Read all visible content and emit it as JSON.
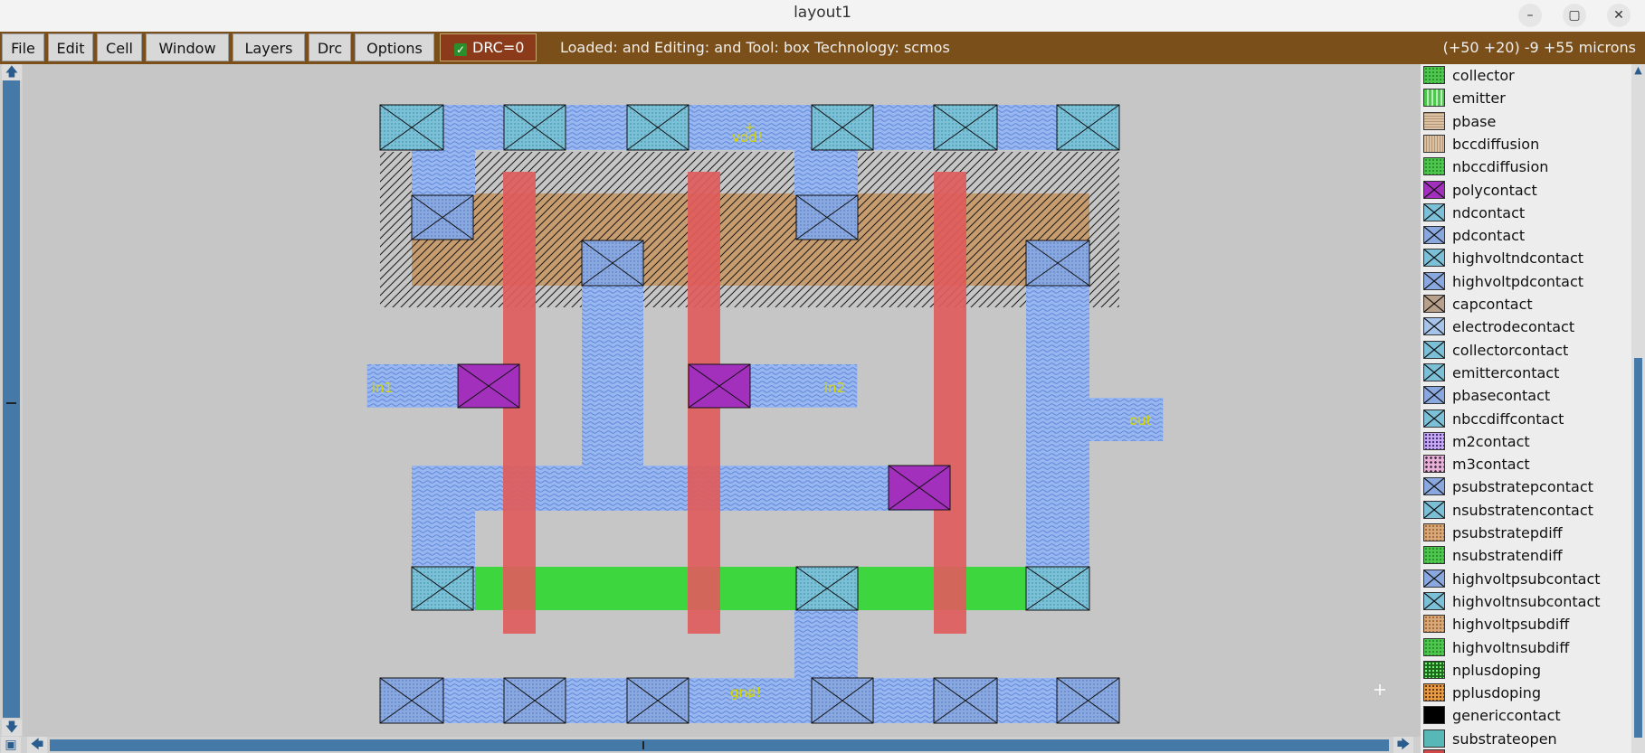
{
  "window": {
    "title": "layout1",
    "minimize": "–",
    "maximize": "▢",
    "close": "✕"
  },
  "menu": {
    "file": "File",
    "edit": "Edit",
    "cell": "Cell",
    "window": "Window",
    "layers": "Layers",
    "drc": "Drc",
    "options": "Options"
  },
  "drc_indicator": "DRC=0",
  "status_text": "Loaded: and  Editing: and  Tool: box  Technology: scmos",
  "coordinates": "(+50 +20) -9 +55 microns",
  "scroll": {
    "up": "🡅",
    "down": "🡇",
    "left": "🡄",
    "right": "🡆",
    "corner": "▣"
  },
  "canvas_labels": {
    "vdd": "vdd!",
    "gnd": "gnd!",
    "in1": "in1",
    "in2": "in2",
    "out": "out"
  },
  "colors": {
    "metal1": "#98b6f0",
    "poly": "#e05c5c",
    "ndiff": "#3ed63e",
    "pdiff": "#c79a6a",
    "polycontact": "#a330bd",
    "contact_fill": "#8aa8e0",
    "label": "#d6d600"
  },
  "layers": [
    {
      "name": "collector",
      "swatch": "sw-green-dots"
    },
    {
      "name": "emitter",
      "swatch": "sw-green-stripes"
    },
    {
      "name": "pbase",
      "swatch": "sw-tan-lines"
    },
    {
      "name": "bccdiffusion",
      "swatch": "sw-tan-vlines"
    },
    {
      "name": "nbccdiffusion",
      "swatch": "sw-green-dots"
    },
    {
      "name": "polycontact",
      "swatch": "sw-purple-x"
    },
    {
      "name": "ndcontact",
      "swatch": "sw-teal-x"
    },
    {
      "name": "pdcontact",
      "swatch": "sw-blue-x"
    },
    {
      "name": "highvoltndcontact",
      "swatch": "sw-teal-x"
    },
    {
      "name": "highvoltpdcontact",
      "swatch": "sw-blue-x"
    },
    {
      "name": "capcontact",
      "swatch": "sw-tan-x"
    },
    {
      "name": "electrodecontact",
      "swatch": "sw-lblue-x"
    },
    {
      "name": "collectorcontact",
      "swatch": "sw-teal-x"
    },
    {
      "name": "emittercontact",
      "swatch": "sw-teal-x"
    },
    {
      "name": "pbasecontact",
      "swatch": "sw-blue-x"
    },
    {
      "name": "nbccdiffcontact",
      "swatch": "sw-teal-x"
    },
    {
      "name": "m2contact",
      "swatch": "sw-purple-dots"
    },
    {
      "name": "m3contact",
      "swatch": "sw-pink-dots"
    },
    {
      "name": "psubstratepcontact",
      "swatch": "sw-blue-x"
    },
    {
      "name": "nsubstratencontact",
      "swatch": "sw-teal-x"
    },
    {
      "name": "psubstratepdiff",
      "swatch": "sw-tan-dots"
    },
    {
      "name": "nsubstratendiff",
      "swatch": "sw-green-dots"
    },
    {
      "name": "highvoltpsubcontact",
      "swatch": "sw-blue-x"
    },
    {
      "name": "highvoltnsubcontact",
      "swatch": "sw-teal-x"
    },
    {
      "name": "highvoltpsubdiff",
      "swatch": "sw-tan-dots"
    },
    {
      "name": "highvoltnsubdiff",
      "swatch": "sw-green-dots"
    },
    {
      "name": "nplusdoping",
      "swatch": "sw-dkgreen-grid"
    },
    {
      "name": "pplusdoping",
      "swatch": "sw-orange-grid"
    },
    {
      "name": "genericcontact",
      "swatch": "sw-black"
    },
    {
      "name": "substrateopen",
      "swatch": "sw-teal-solid"
    }
  ]
}
